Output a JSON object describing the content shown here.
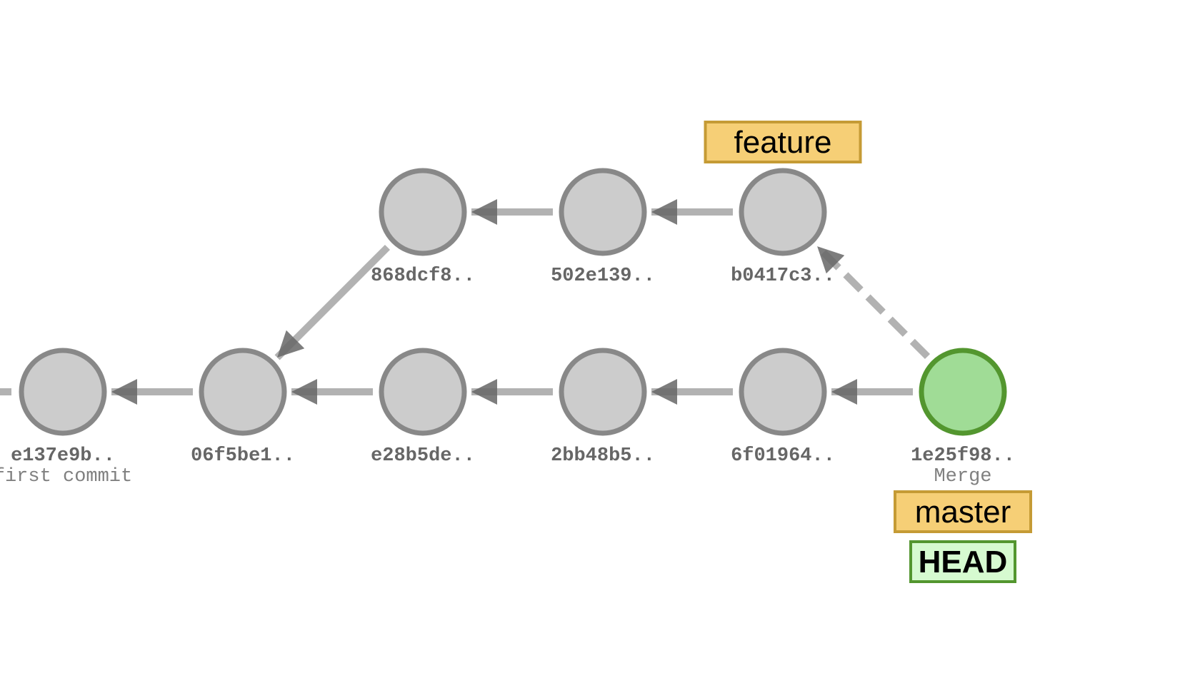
{
  "colors": {
    "commit_fill": "#cccccc",
    "commit_stroke": "#888888",
    "head_commit_fill": "#a0dc96",
    "head_commit_stroke": "#53962f",
    "edge": "#b2b2b2",
    "arrowhead": "#666666",
    "branch_fill": "#f6cf76",
    "branch_stroke": "#c59b35",
    "head_label_fill": "#d6fad0",
    "head_label_stroke": "#53962f"
  },
  "commits": [
    {
      "id": "e137e9b..",
      "message": "first commit"
    },
    {
      "id": "06f5be1..",
      "message": ""
    },
    {
      "id": "e28b5de..",
      "message": ""
    },
    {
      "id": "2bb48b5..",
      "message": ""
    },
    {
      "id": "6f01964..",
      "message": ""
    },
    {
      "id": "1e25f98..",
      "message": "Merge",
      "is_head": true
    },
    {
      "id": "868dcf8..",
      "message": ""
    },
    {
      "id": "502e139..",
      "message": ""
    },
    {
      "id": "b0417c3..",
      "message": ""
    }
  ],
  "edges": [
    {
      "from": "06f5be1..",
      "to": "e137e9b.."
    },
    {
      "from": "e28b5de..",
      "to": "06f5be1.."
    },
    {
      "from": "2bb48b5..",
      "to": "e28b5de.."
    },
    {
      "from": "6f01964..",
      "to": "2bb48b5.."
    },
    {
      "from": "1e25f98..",
      "to": "6f01964.."
    },
    {
      "from": "868dcf8..",
      "to": "06f5be1.."
    },
    {
      "from": "502e139..",
      "to": "868dcf8.."
    },
    {
      "from": "b0417c3..",
      "to": "502e139.."
    },
    {
      "from": "1e25f98..",
      "to": "b0417c3..",
      "style": "dashed"
    }
  ],
  "branches": [
    {
      "name": "feature",
      "commit": "b0417c3.."
    },
    {
      "name": "master",
      "commit": "1e25f98.."
    }
  ],
  "head": {
    "label": "HEAD",
    "commit": "1e25f98.."
  }
}
